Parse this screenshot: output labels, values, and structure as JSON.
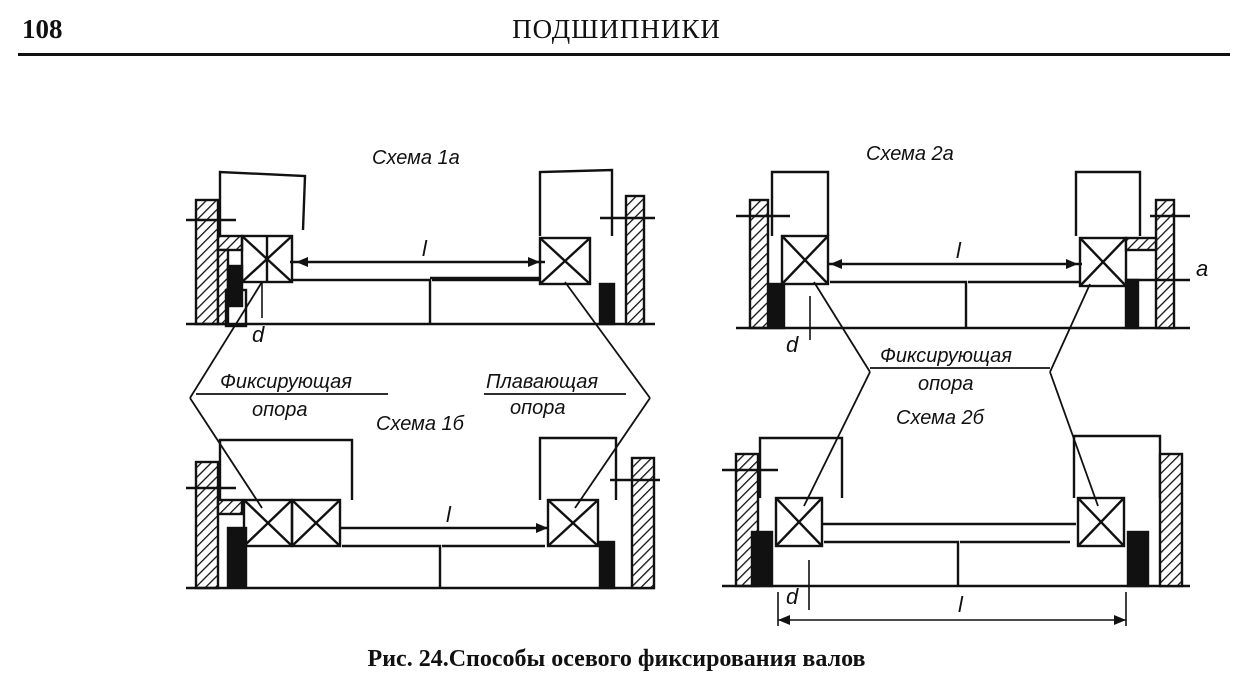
{
  "header": {
    "page_number": "108",
    "running_title": "ПОДШИПНИКИ"
  },
  "figure": {
    "scheme_1a_label": "Схема 1а",
    "scheme_1b_label": "Схема 1б",
    "scheme_2a_label": "Схема 2а",
    "scheme_2b_label": "Схема 2б",
    "fixing_support_label_line1": "Фиксирующая",
    "fixing_support_label_line2": "опора",
    "floating_support_label_line1": "Плавающая",
    "floating_support_label_line2": "опора",
    "fixing_support_2_line1": "Фиксирующая",
    "fixing_support_2_line2": "опора",
    "dimension_l": "l",
    "dimension_d": "d",
    "dimension_a": "a"
  },
  "caption": "Рис. 24.Способы осевого фиксирования валов"
}
